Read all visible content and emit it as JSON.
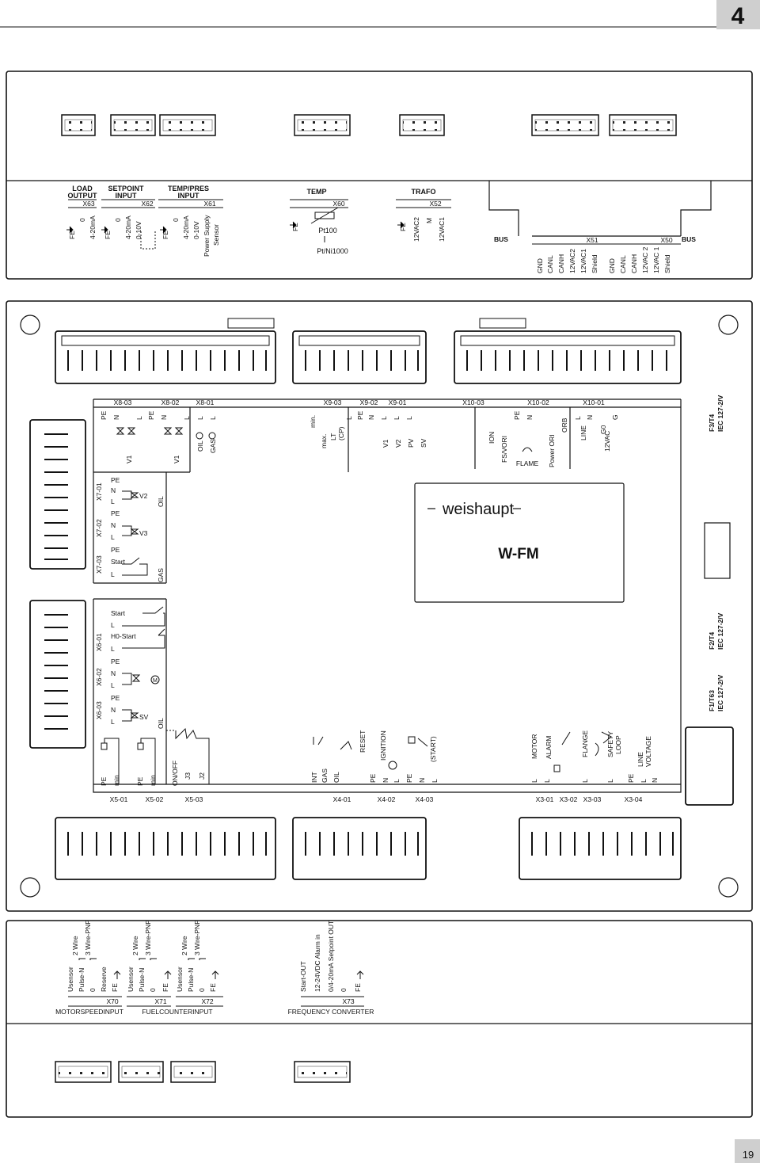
{
  "header": {
    "page_number": "4"
  },
  "footer": {
    "page_number": "19"
  },
  "top_panel": {
    "groups": [
      {
        "title1": "LOAD",
        "title2": "OUTPUT",
        "connector": "X63",
        "pins": [
          "FE",
          "0",
          "4-20mA"
        ]
      },
      {
        "title1": "SETPOINT",
        "title2": "INPUT",
        "connector": "X62",
        "pins": [
          "FE",
          "0",
          "4-20mA",
          "0-10V"
        ]
      },
      {
        "title1": "TEMP/PRES",
        "title2": "INPUT",
        "connector": "X61",
        "pins": [
          "FE",
          "0",
          "4-20mA",
          "0-10V",
          "Power Supply",
          "Sensor"
        ]
      },
      {
        "title1": "TEMP",
        "connector": "X60",
        "pins": [
          "FE"
        ],
        "labels": [
          "Pt100",
          "Pt/Ni1000"
        ]
      },
      {
        "title1": "TRAFO",
        "connector": "X52",
        "pins": [
          "FE",
          "12VAC2",
          "M",
          "12VAC1"
        ]
      }
    ],
    "bus": {
      "left_label": "BUS",
      "right_label": "BUS",
      "x51": "X51",
      "x50": "X50",
      "pins": [
        "GND",
        "CANL",
        "CANH",
        "12VAC2",
        "12VAC1",
        "Shield",
        "GND",
        "CANL",
        "CANH",
        "12VAC 2",
        "12VAC 1",
        "Shield"
      ]
    }
  },
  "main_board": {
    "brand": "weishaupt",
    "model": "W-FM",
    "top_connectors": {
      "x8": [
        "X8-03",
        "X8-02",
        "X8-01"
      ],
      "x8_pins": [
        "PE",
        "N",
        "L",
        "PE",
        "N",
        "L",
        "L",
        "L"
      ],
      "x8_devices": [
        "V1",
        "V1",
        "OIL",
        "GAS"
      ],
      "x9": [
        "X9-03",
        "X9-02",
        "X9-01"
      ],
      "x9_pins": [
        "min.",
        "max.",
        "LT",
        "(CP)",
        "L",
        "PE",
        "N",
        "L",
        "L",
        "L"
      ],
      "x9_devices": [
        "V1",
        "V2",
        "PV",
        "SV"
      ],
      "x10": [
        "X10-03",
        "X10-02",
        "X10-01"
      ],
      "x10_pins": [
        "ION",
        "FS/VORI",
        "PE",
        "N",
        "Power ORI",
        "ORB",
        "L",
        "LINE",
        "N",
        "G0",
        "12VAC",
        "G"
      ],
      "flame": "FLAME",
      "fuse_f3": "F3/T4",
      "fuse_f3_spec": "IEC 127-2/V"
    },
    "left_connectors": {
      "x7": [
        "X7-01",
        "X7-02",
        "X7-03"
      ],
      "x7_pins": [
        "PE",
        "N",
        "L",
        "PE",
        "N",
        "L",
        "PE",
        "Start",
        "L"
      ],
      "devices": [
        "V2",
        "V3"
      ],
      "oil": "OIL",
      "gas": "GAS",
      "x6": [
        "X6-01",
        "X6-02",
        "X6-03"
      ],
      "x6_pins": [
        "Start",
        "L",
        "H0-Start",
        "L",
        "PE",
        "N",
        "L",
        "PE",
        "N",
        "L"
      ],
      "m_label": "M",
      "sv": "SV",
      "oil2": "OIL"
    },
    "bottom_connectors": {
      "x5": [
        "X5-01",
        "X5-02",
        "X5-03"
      ],
      "x5_pins": [
        "PE",
        "min",
        "PE",
        "min",
        "ON/OFF",
        "J3",
        "J2"
      ],
      "x4": [
        "X4-01",
        "X4-02",
        "X4-03"
      ],
      "x4_pins": [
        "INT",
        "GAS",
        "OIL",
        "RESET",
        "IGNITION",
        "PE",
        "N",
        "L",
        "PE",
        "N",
        "L",
        "(START)"
      ],
      "x3": [
        "X3-01",
        "X3-02",
        "X3-03",
        "X3-04"
      ],
      "x3_pins": [
        "MOTOR",
        "ALARM",
        "FLANGE",
        "SAFETY",
        "LOOP",
        "LINE",
        "VOLTAGE",
        "L",
        "L",
        "L",
        "L",
        "PE",
        "L",
        "N"
      ],
      "fuse_f2": "F2/T4",
      "fuse_f2_spec": "IEC 127-2/V",
      "fuse_f1": "F1/T63",
      "fuse_f1_spec": "IEC 127-2/V"
    }
  },
  "bottom_panel": {
    "x70": {
      "connector": "X70",
      "title": "MOTORSPEEDINPUT",
      "pins": [
        "Usensor",
        "Pulse-N",
        "0",
        "Reserve",
        "FE"
      ],
      "wire1": "2 Wire",
      "wire2": "3 Wire-PNP"
    },
    "x71": {
      "connector": "X71",
      "pins": [
        "Usensor",
        "Pulse-N",
        "0",
        "FE"
      ],
      "wire1": "2 Wire",
      "wire2": "3 Wire-PNP"
    },
    "x72": {
      "connector": "X72",
      "pins": [
        "Usensor",
        "Pulse-N",
        "0",
        "FE"
      ],
      "wire1": "2 Wire",
      "wire2": "3 Wire-PNP",
      "title": "FUELCOUNTERINPUT"
    },
    "x73": {
      "connector": "X73",
      "title": "FREQUENCY CONVERTER",
      "pins": [
        "Start-OUT",
        "12-24VDC Alarm in",
        "0/4-20mA Setpoint OUT",
        "0",
        "FE"
      ]
    }
  }
}
